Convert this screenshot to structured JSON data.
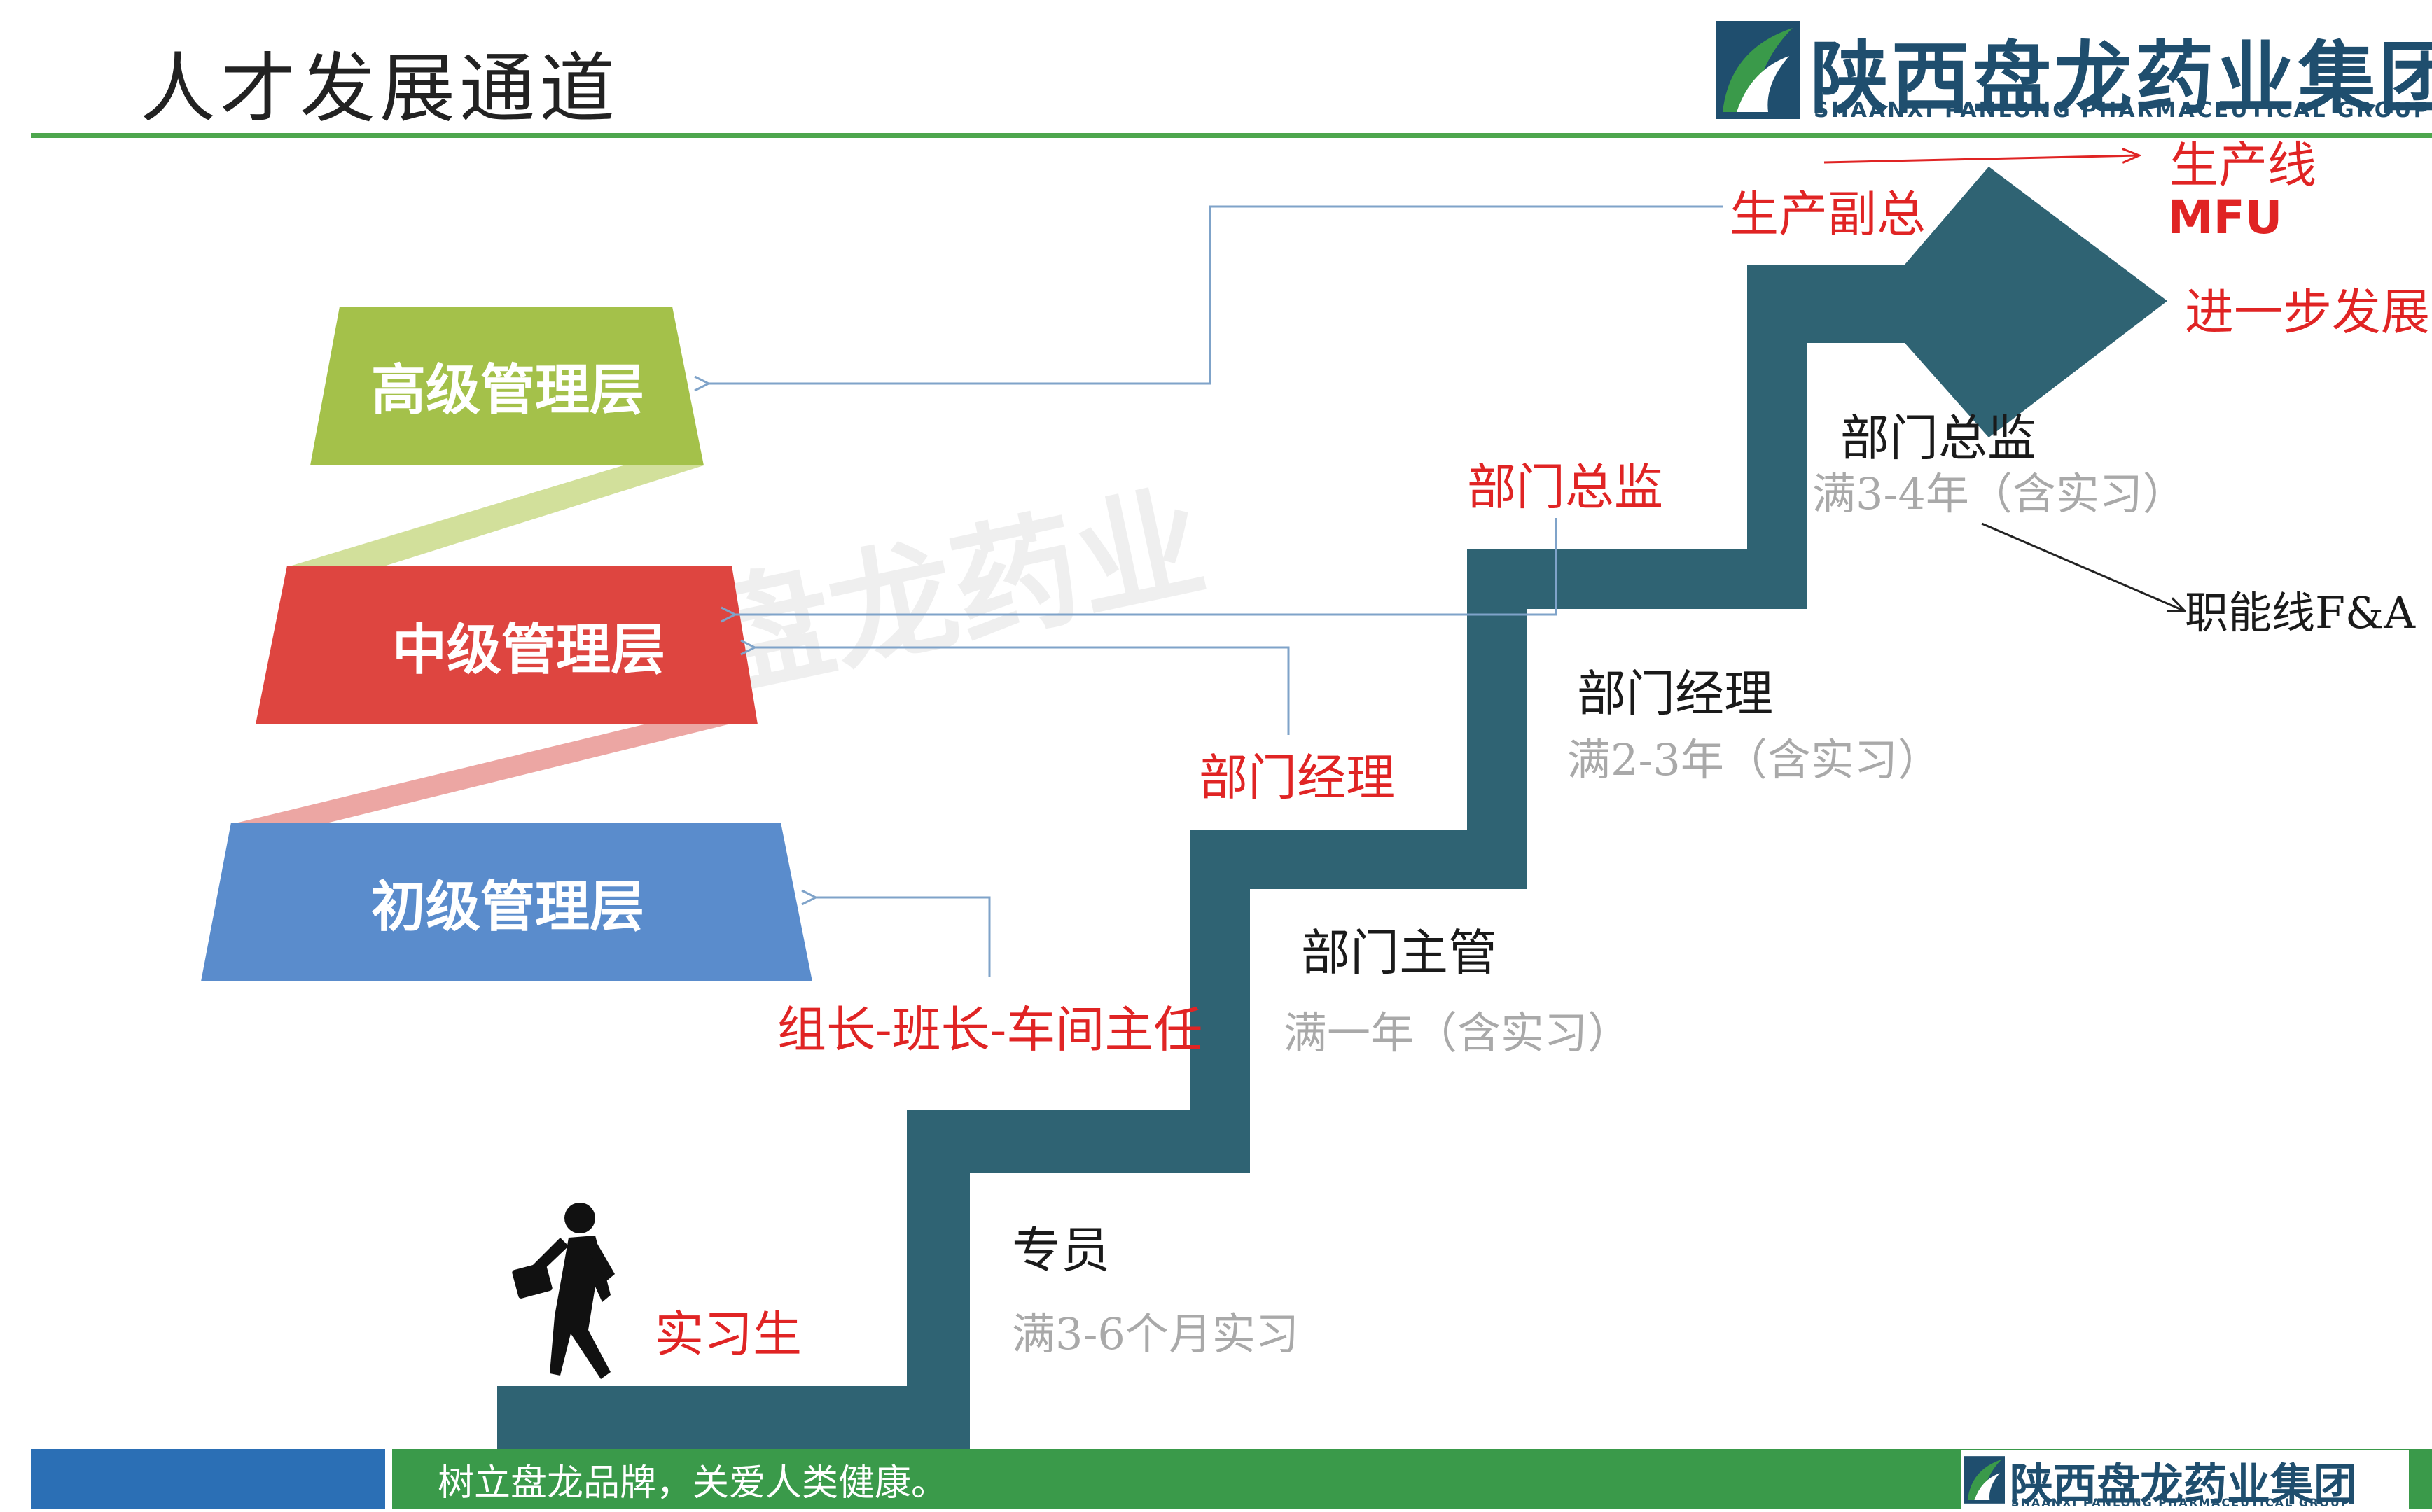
{
  "header": {
    "title": "人才发展通道",
    "logo_name": "陕西盘龙药业集团",
    "logo_subtitle": "SHAANXI PANLONG PHARMACEUTICAL GROUP",
    "logo_icon": "panlong-leaf-logo"
  },
  "watermark": {
    "text": "盘龙药业"
  },
  "management_tiers": [
    {
      "label": "高级管理层",
      "color": "#a4c14a"
    },
    {
      "label": "中级管理层",
      "color": "#de4540"
    },
    {
      "label": "初级管理层",
      "color": "#5a8ccc"
    }
  ],
  "colors": {
    "staircase": "#2f6373",
    "accent_red": "#e02424",
    "footer_green": "#3a9a4a",
    "footer_blue": "#2b6fb5"
  },
  "production_roles": {
    "team_lead": "组长-班长-车间主任",
    "dept_manager": "部门经理",
    "dept_director": "部门总监",
    "vice_president": "生产副总"
  },
  "career_steps": [
    {
      "role": "实习生",
      "requirement": ""
    },
    {
      "role": "专员",
      "requirement": "满3-6个月实习"
    },
    {
      "role": "部门主管",
      "requirement": "满一年（含实习）"
    },
    {
      "role": "部门经理",
      "requirement": "满2-3年（含实习）"
    },
    {
      "role": "部门总监",
      "requirement": "满3-4年（含实习）"
    }
  ],
  "next_step": "进一步发展",
  "tracks": {
    "production_line": "生产线",
    "production_line_code": "MFU",
    "function_line": "职能线F&A"
  },
  "figure_icon": "walking-businessman-icon",
  "footer": {
    "slogan": "树立盘龙品牌，关爱人类健康。",
    "logo_name": "陕西盘龙药业集团",
    "logo_subtitle": "SHAANXI PANLONG PHARMACEUTICAL GROUP"
  }
}
